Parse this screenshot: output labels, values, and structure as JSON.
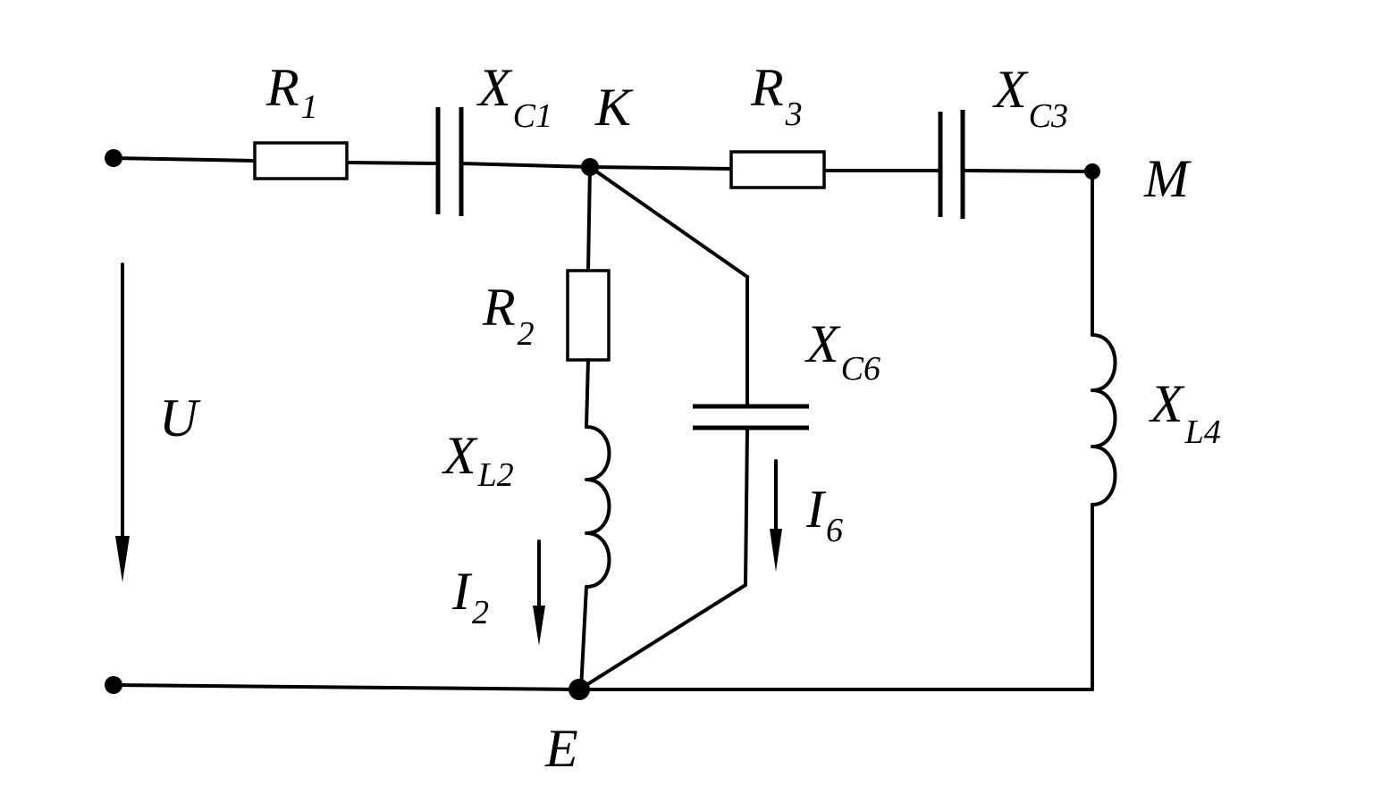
{
  "labels": {
    "R1": {
      "main": "R",
      "sub": "1"
    },
    "XC1": {
      "main": "X",
      "sub": "C1"
    },
    "K": {
      "main": "K"
    },
    "R3": {
      "main": "R",
      "sub": "3"
    },
    "XC3": {
      "main": "X",
      "sub": "C3"
    },
    "M": {
      "main": "M"
    },
    "R2": {
      "main": "R",
      "sub": "2"
    },
    "XL2": {
      "main": "X",
      "sub": "L2"
    },
    "I2": {
      "main": "I",
      "sub": "2"
    },
    "XC6": {
      "main": "X",
      "sub": "C6"
    },
    "I6": {
      "main": "I",
      "sub": "6"
    },
    "XL4": {
      "main": "X",
      "sub": "L4"
    },
    "U": {
      "main": "U"
    },
    "E": {
      "main": "E"
    }
  }
}
